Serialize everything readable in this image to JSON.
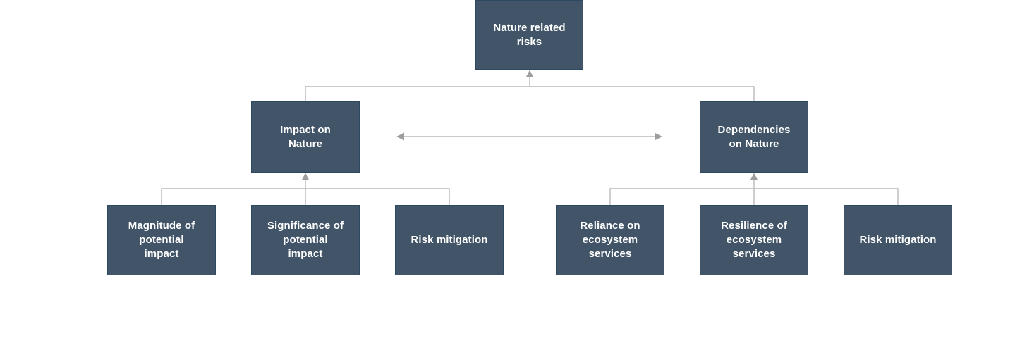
{
  "diagram": {
    "nodes": {
      "root": {
        "label": "Nature related\nrisks"
      },
      "impact": {
        "label": "Impact on\nNature"
      },
      "dependencies": {
        "label": "Dependencies\non Nature"
      },
      "magnitude": {
        "label": "Magnitude of\npotential\nimpact"
      },
      "significance": {
        "label": "Significance of\npotential\nimpact"
      },
      "risk_mitigation_left": {
        "label": "Risk mitigation"
      },
      "reliance": {
        "label": "Reliance on\necosystem\nservices"
      },
      "resilience": {
        "label": "Resilience of\necosystem\nservices"
      },
      "risk_mitigation_right": {
        "label": "Risk mitigation"
      }
    },
    "edges": [
      {
        "from": "impact",
        "to": "root",
        "style": "elbow-arrow-to-parent"
      },
      {
        "from": "dependencies",
        "to": "root",
        "style": "elbow-arrow-to-parent"
      },
      {
        "from": "impact",
        "to": "dependencies",
        "style": "double-headed-arrow"
      },
      {
        "from": "magnitude",
        "to": "impact",
        "style": "elbow-arrow-to-parent"
      },
      {
        "from": "significance",
        "to": "impact",
        "style": "elbow-arrow-to-parent"
      },
      {
        "from": "risk_mitigation_left",
        "to": "impact",
        "style": "elbow-arrow-to-parent"
      },
      {
        "from": "reliance",
        "to": "dependencies",
        "style": "elbow-arrow-to-parent"
      },
      {
        "from": "resilience",
        "to": "dependencies",
        "style": "elbow-arrow-to-parent"
      },
      {
        "from": "risk_mitigation_right",
        "to": "dependencies",
        "style": "elbow-arrow-to-parent"
      }
    ]
  },
  "colors": {
    "background": "#ffffff",
    "node_fill": "#425568",
    "node_border": "#2d4961",
    "node_text": "#ffffff",
    "connector_line": "#b9b9b9",
    "arrowhead": "#9e9e9e"
  }
}
